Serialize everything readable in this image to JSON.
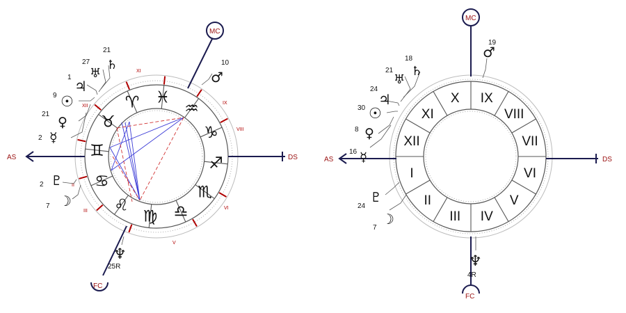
{
  "colors": {
    "axis": "#1b1b4f",
    "red": "#b00000",
    "aspect_blue": "#3a3ad6",
    "aspect_red": "#d13030"
  },
  "left_chart": {
    "angles": {
      "as": "AS",
      "ds": "DS",
      "mc": "MC",
      "fc": "FC"
    },
    "zodiac": [
      {
        "sign": "cancer",
        "glyph": "♋"
      },
      {
        "sign": "gemini",
        "glyph": "♊"
      },
      {
        "sign": "taurus",
        "glyph": "♉"
      },
      {
        "sign": "aries",
        "glyph": "♈"
      },
      {
        "sign": "pisces",
        "glyph": "♓"
      },
      {
        "sign": "aquarius",
        "glyph": "♒"
      },
      {
        "sign": "capricorn",
        "glyph": "♑"
      },
      {
        "sign": "sagittarius",
        "glyph": "♐"
      },
      {
        "sign": "scorpio",
        "glyph": "♏"
      },
      {
        "sign": "libra",
        "glyph": "♎"
      },
      {
        "sign": "virgo",
        "glyph": "♍"
      },
      {
        "sign": "leo",
        "glyph": "♌"
      }
    ],
    "house_numbers": [
      "II",
      "III",
      "V",
      "VI",
      "VIII",
      "IX",
      "XI",
      "XII"
    ],
    "planets": [
      {
        "name": "saturn",
        "glyph": "♄",
        "deg": "21"
      },
      {
        "name": "uranus",
        "glyph": "♅",
        "deg": "27"
      },
      {
        "name": "jupiter",
        "glyph": "♃",
        "deg": "1"
      },
      {
        "name": "sun",
        "glyph": "☉",
        "deg": "9"
      },
      {
        "name": "venus",
        "glyph": "♀",
        "deg": "21"
      },
      {
        "name": "mercury",
        "glyph": "☿",
        "deg": "2"
      },
      {
        "name": "pluto",
        "glyph": "♇",
        "deg": "2"
      },
      {
        "name": "moon",
        "glyph": "☽",
        "deg": "7"
      },
      {
        "name": "mars",
        "glyph": "♂",
        "deg": "10"
      },
      {
        "name": "neptune",
        "glyph": "♆",
        "deg": "25R"
      }
    ]
  },
  "right_chart": {
    "angles": {
      "as": "AS",
      "ds": "DS",
      "mc": "MC",
      "fc": "FC"
    },
    "houses": [
      "I",
      "II",
      "III",
      "IV",
      "V",
      "VI",
      "VII",
      "VIII",
      "IX",
      "X",
      "XI",
      "XII"
    ],
    "planets": [
      {
        "name": "saturn",
        "glyph": "♄",
        "deg": "18"
      },
      {
        "name": "uranus",
        "glyph": "♅",
        "deg": "21"
      },
      {
        "name": "jupiter",
        "glyph": "♃",
        "deg": "24"
      },
      {
        "name": "sun",
        "glyph": "☉",
        "deg": "30"
      },
      {
        "name": "venus",
        "glyph": "♀",
        "deg": "8"
      },
      {
        "name": "mercury",
        "glyph": "☿",
        "deg": "16"
      },
      {
        "name": "pluto",
        "glyph": "♇",
        "deg": "24"
      },
      {
        "name": "moon",
        "glyph": "☽",
        "deg": "7"
      },
      {
        "name": "mars",
        "glyph": "♂",
        "deg": "19"
      },
      {
        "name": "neptune",
        "glyph": "♆",
        "deg": "4R"
      }
    ]
  }
}
